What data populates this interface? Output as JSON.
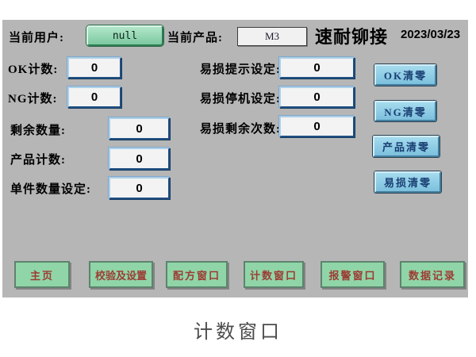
{
  "panel": {
    "header": {
      "user_label": "当前用户:",
      "user_value": "null",
      "product_label": "当前产品:",
      "product_value": "M3",
      "brand": "速耐铆接",
      "date": "2023/03/23"
    },
    "counters": [
      {
        "label": "OK计数:",
        "value": "0"
      },
      {
        "label": "NG计数:",
        "value": "0"
      },
      {
        "label": "剩余数量:",
        "value": "0"
      },
      {
        "label": "产品计数:",
        "value": "0"
      },
      {
        "label": "单件数量设定:",
        "value": "0"
      }
    ],
    "wear_settings": [
      {
        "label": "易损提示设定:",
        "value": "0"
      },
      {
        "label": "易损停机设定:",
        "value": "0"
      },
      {
        "label": "易损剩余次数:",
        "value": "0"
      }
    ],
    "clear_buttons": [
      {
        "label": "OK清零"
      },
      {
        "label": "NG清零"
      },
      {
        "label": "产品清零"
      },
      {
        "label": "易损清零"
      }
    ],
    "nav_buttons": [
      {
        "label": "主页"
      },
      {
        "label": "校验及设置"
      },
      {
        "label": "配方窗口"
      },
      {
        "label": "计数窗口"
      },
      {
        "label": "报警窗口"
      },
      {
        "label": "数据记录"
      }
    ]
  },
  "caption": "计数窗口",
  "colors": {
    "panel_bg": "#b6b6b6",
    "green_button": "#90d5a7",
    "cyan_button": "#8cc9e4",
    "nav_text": "#9c3c34",
    "clear_text": "#193f72",
    "field_border_dark": "#1f4f82",
    "field_border_light": "#adcfe8"
  }
}
